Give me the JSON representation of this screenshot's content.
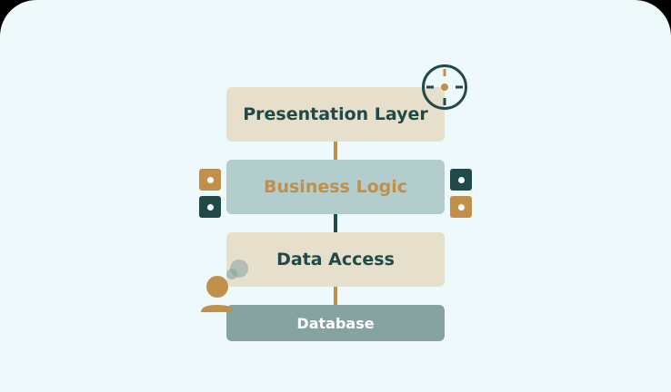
{
  "layers": {
    "presentation": "Presentation Layer",
    "business": "Business Logic",
    "data_access": "Data Access",
    "database": "Database"
  },
  "icons": {
    "target": "target-icon",
    "user": "user-thinking-icon",
    "toggle": "toggle-indicator-icon"
  },
  "colors": {
    "background": "#eef9fb",
    "beige": "#e6dfcb",
    "light_teal": "#b3cdcd",
    "slate": "#86a2a1",
    "dark_teal": "#1f4a48",
    "gold": "#c0904a"
  }
}
